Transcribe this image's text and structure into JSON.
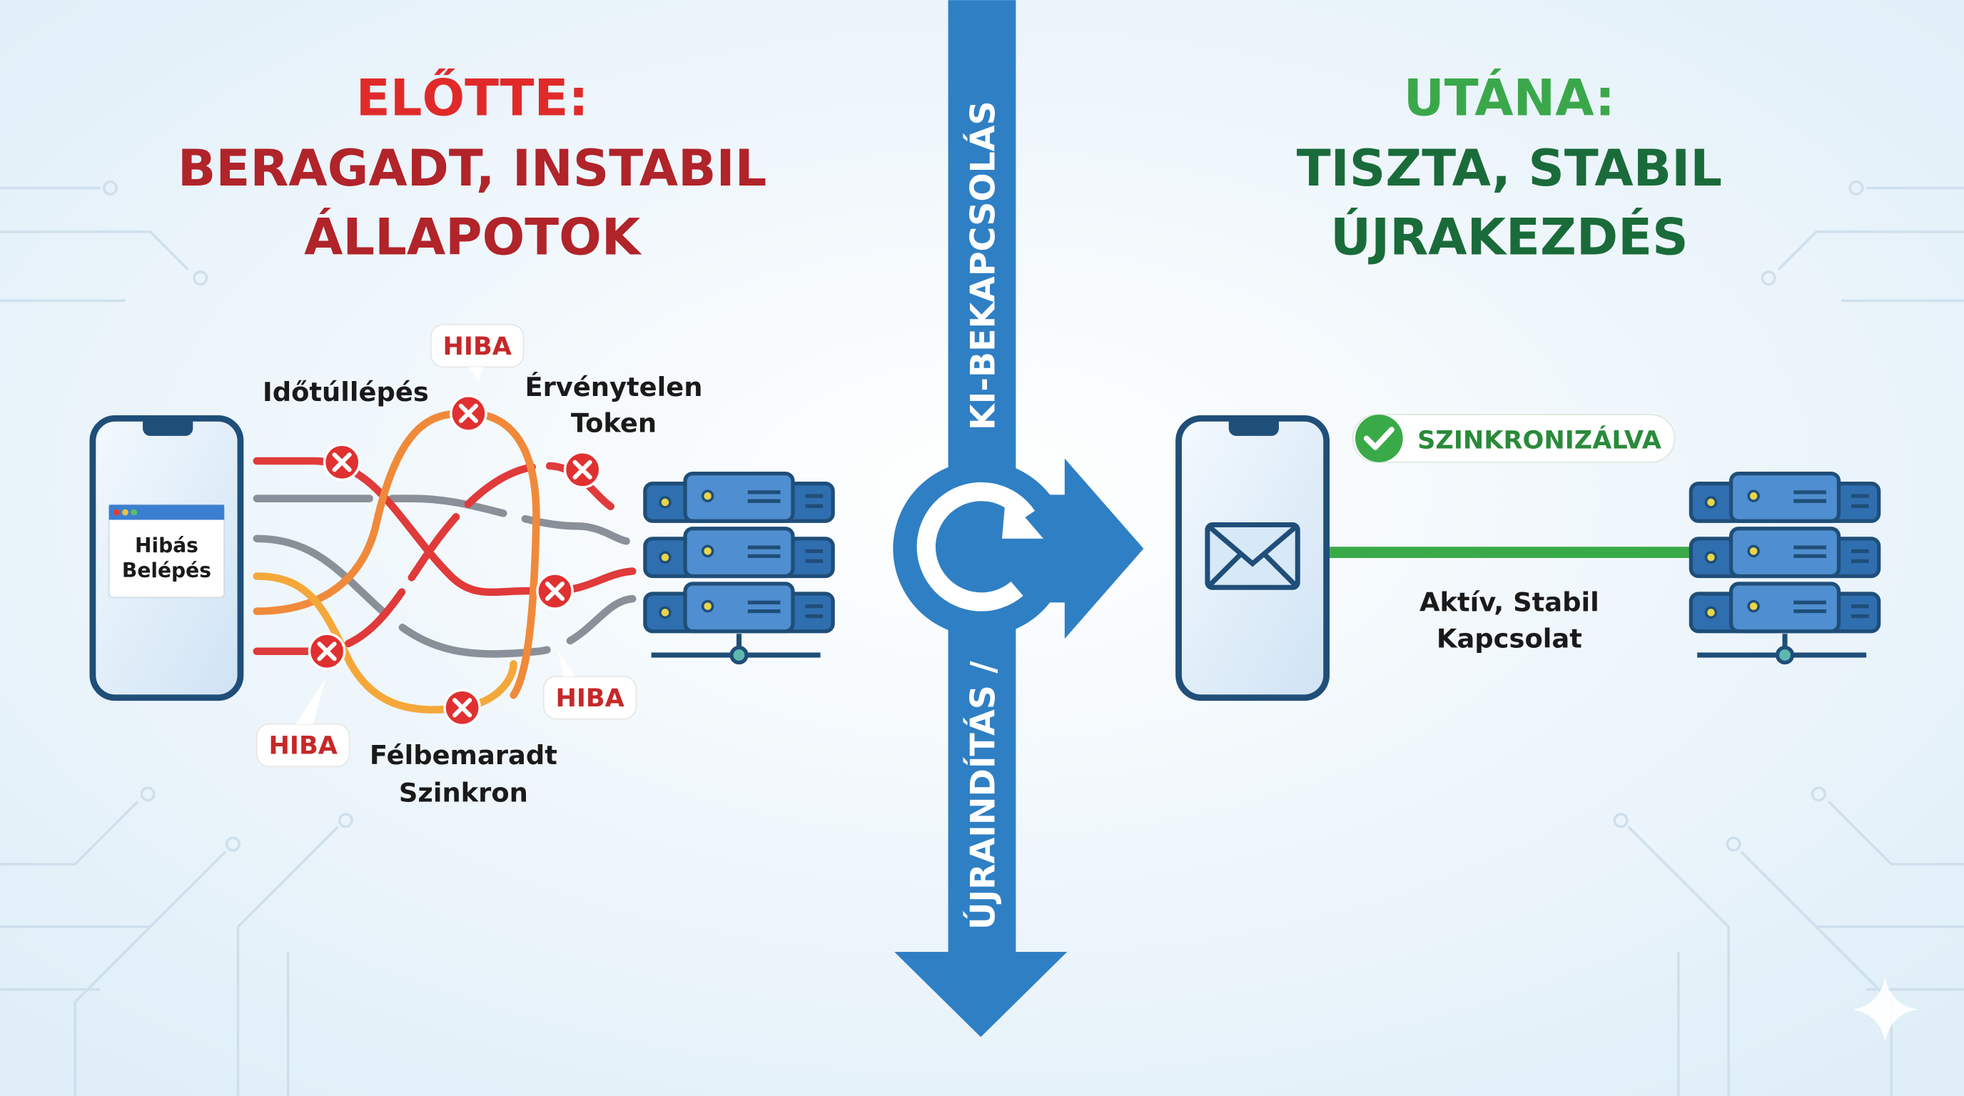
{
  "colors": {
    "accent_blue": "#2f7fc4",
    "error_red": "#e02a2a",
    "dark_red": "#b0242a",
    "success_green": "#3aa84a",
    "dark_green": "#1a6b3a",
    "navy": "#1f4e79"
  },
  "before": {
    "title_line1": "ELŐTTE:",
    "title_line2": "BERAGADT, INSTABIL",
    "title_line3": "ÁLLAPOTOK",
    "phone_card_line1": "Hibás",
    "phone_card_line2": "Belépés",
    "label_timeout": "Időtúllépés",
    "label_invalid_line1": "Érvénytelen",
    "label_invalid_line2": "Token",
    "label_sync_line1": "Félbemaradt",
    "label_sync_line2": "Szinkron",
    "error_badges": [
      "HIBA",
      "HIBA",
      "HIBA"
    ]
  },
  "transition": {
    "text_top": "KI-BEKAPCSOLÁS",
    "text_bottom": "ÚJRAINDÍTÁS /",
    "icon": "refresh-icon"
  },
  "after": {
    "title_line1": "UTÁNA:",
    "title_line2": "TISZTA, STABIL",
    "title_line3": "ÚJRAKEZDÉS",
    "status_badge": "SZINKRONIZÁLVA",
    "connection_line1": "Aktív, Stabil",
    "connection_line2": "Kapcsolat",
    "icon": "envelope-icon"
  }
}
